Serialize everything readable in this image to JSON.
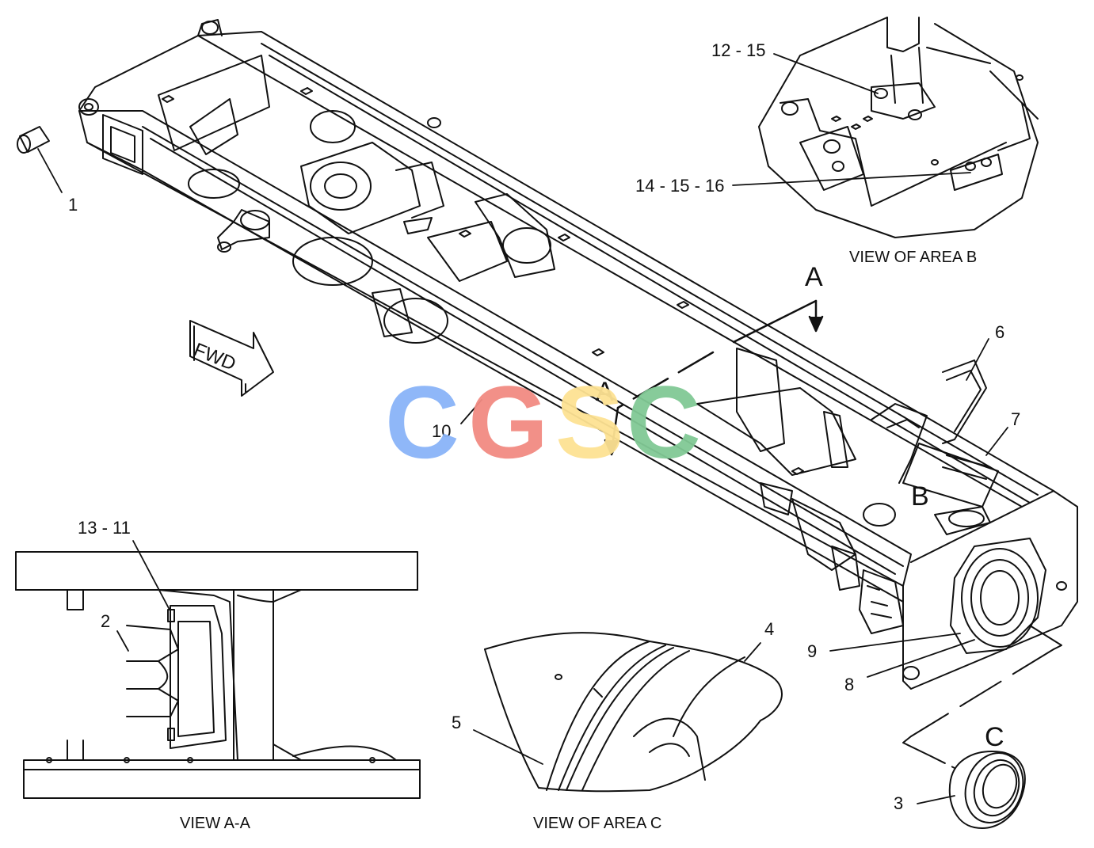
{
  "callouts": {
    "c1": "1",
    "c2": "2",
    "c3": "3",
    "c4": "4",
    "c5": "5",
    "c6": "6",
    "c7": "7",
    "c8": "8",
    "c9": "9",
    "c10": "10",
    "c12_15": "12 - 15",
    "c13_11": "13 - 11",
    "c14_15_16": "14 - 15 - 16"
  },
  "section_marks": {
    "a_top": "A",
    "a_bottom": "A",
    "b": "B",
    "c": "C"
  },
  "view_titles": {
    "area_b": "VIEW OF AREA B",
    "section_aa": "VIEW A-A",
    "area_c": "VIEW OF AREA C"
  },
  "arrow_text": "FWD",
  "watermark": {
    "text": "CGSC",
    "colors": [
      "#8ab4f8",
      "#f28b82",
      "#fde293",
      "#81c995"
    ]
  }
}
